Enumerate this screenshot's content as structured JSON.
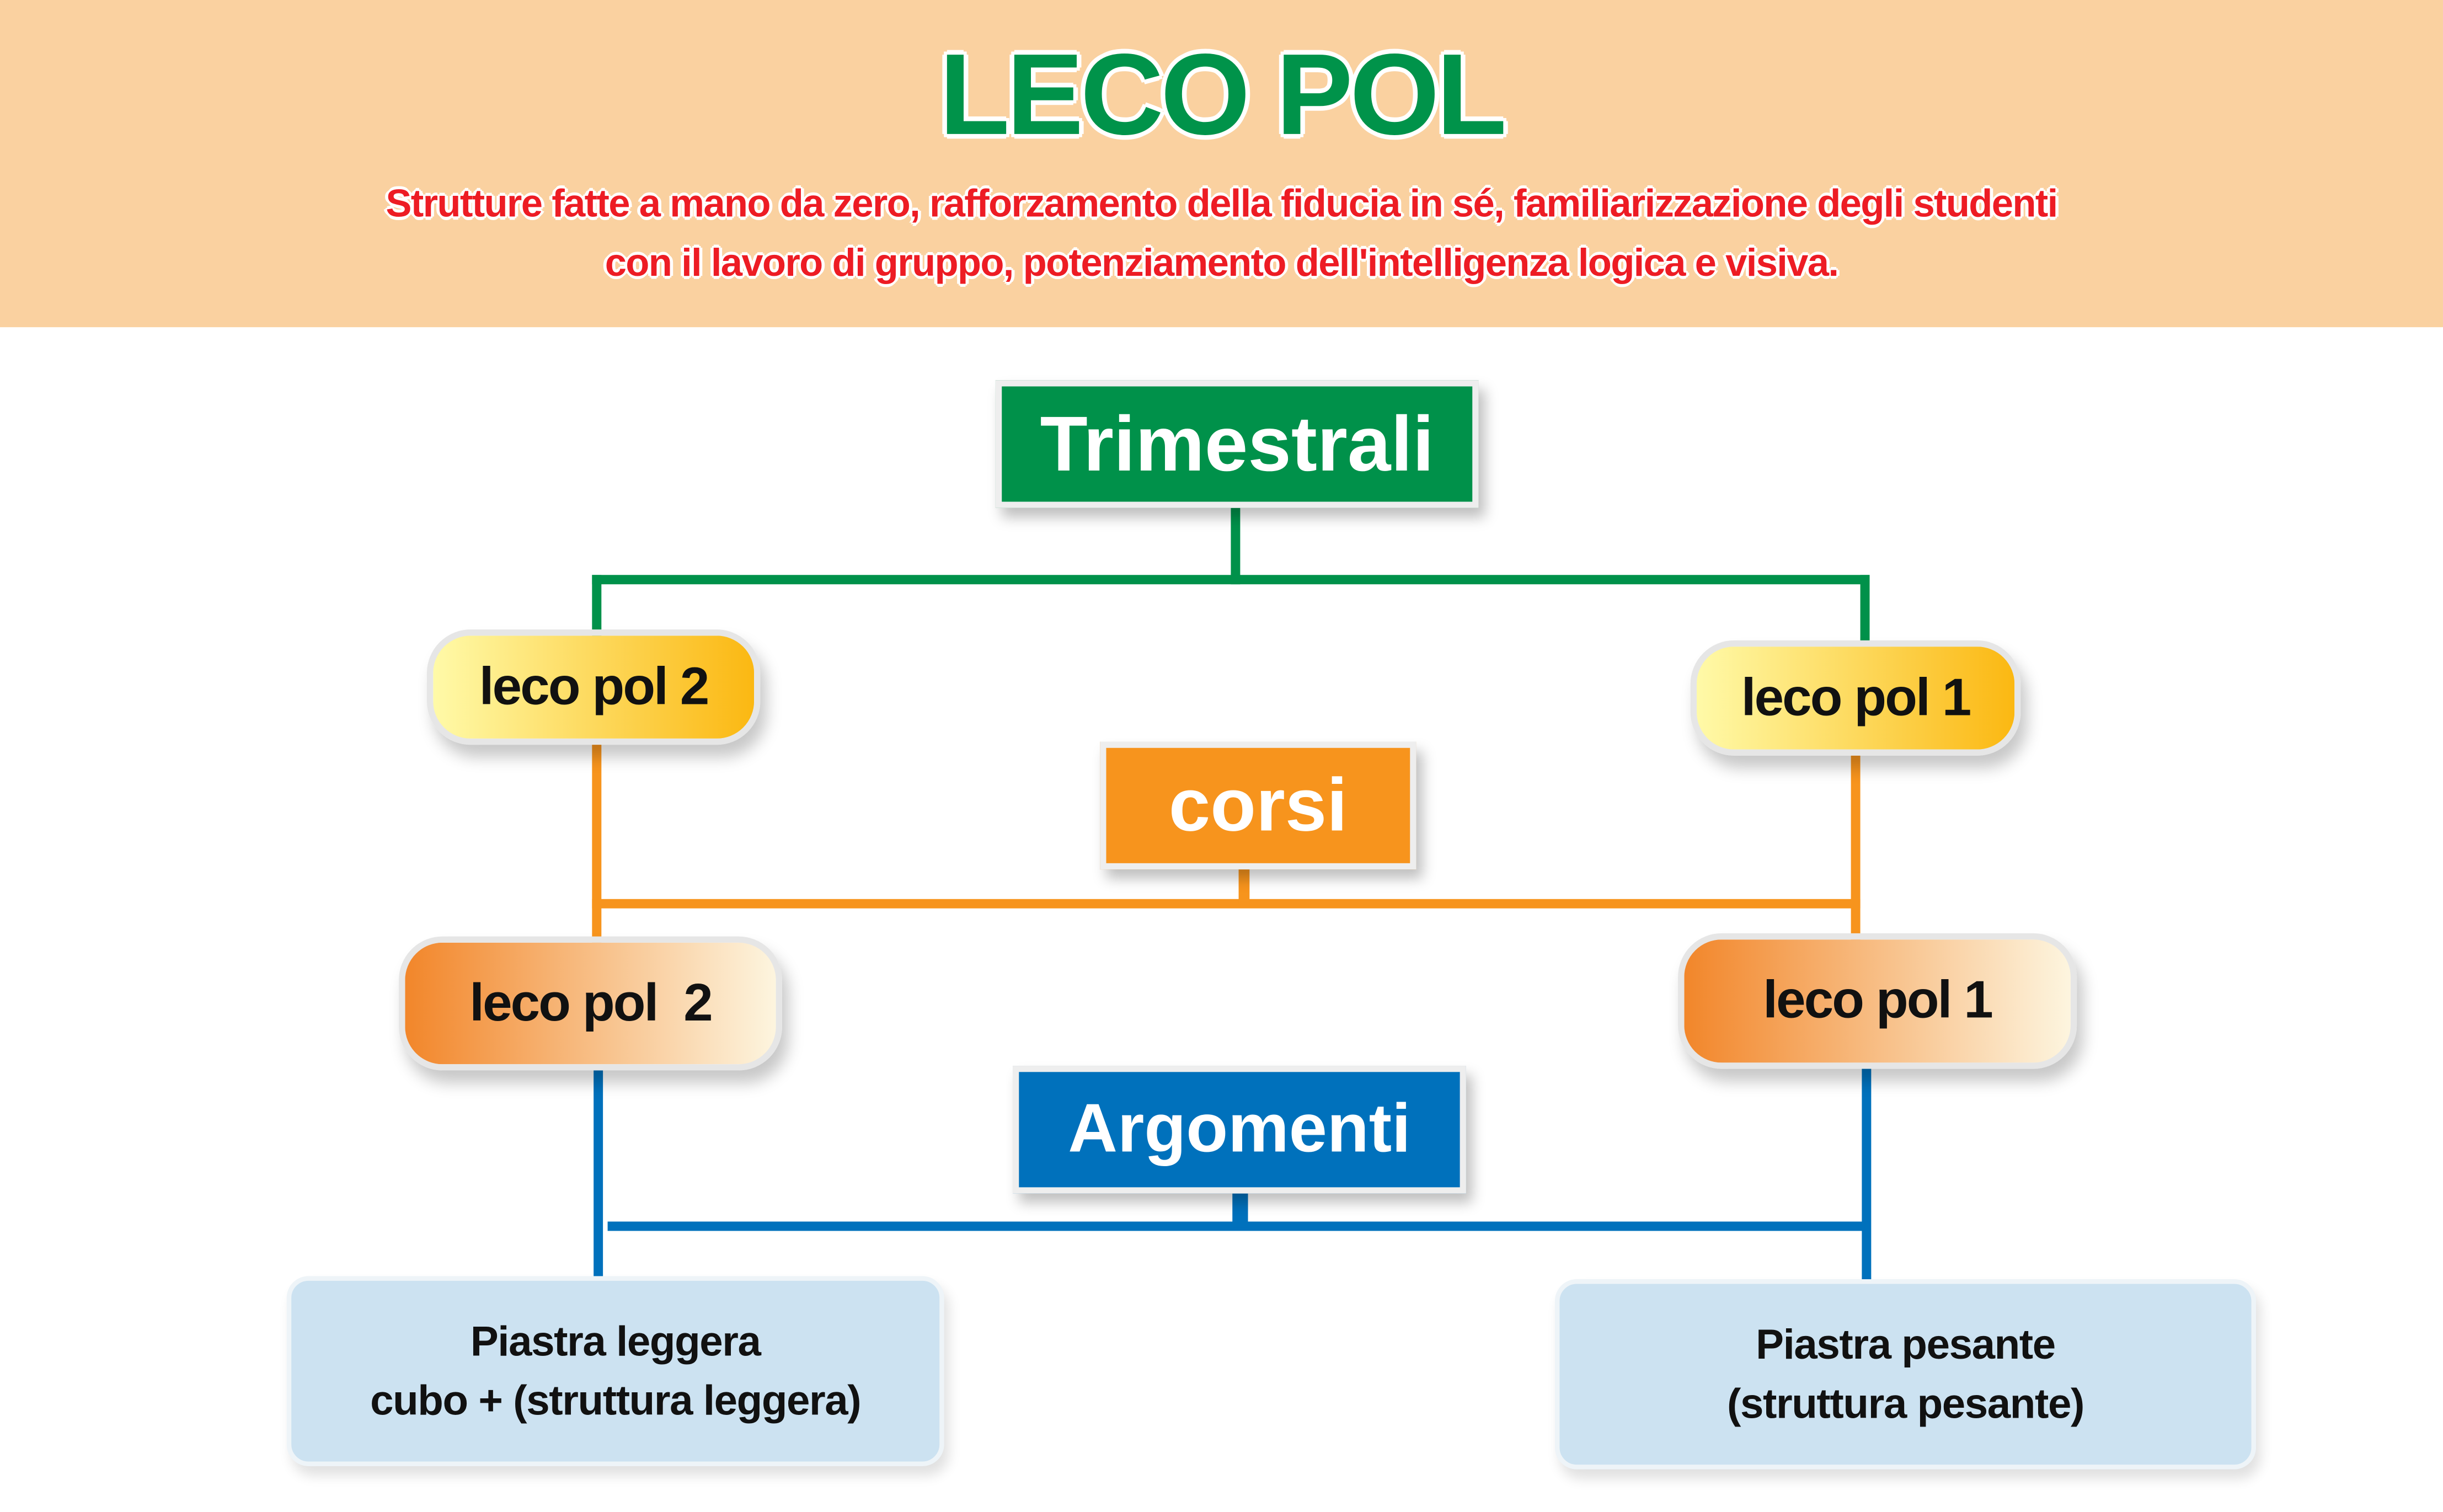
{
  "header": {
    "title": "LECO POL",
    "subtitle_lines": [
      "Strutture fatte a mano da zero, rafforzamento della fiducia in sé, familiarizzazione degli studenti",
      "con il lavoro di gruppo, potenziamento dell'intelligenza logica e visiva."
    ]
  },
  "diagram": {
    "root": "Trimestrali",
    "level1": {
      "left": "leco pol 2",
      "right": "leco pol 1"
    },
    "corsi": "corsi",
    "level2": {
      "left": "leco pol  2",
      "right": "leco pol 1"
    },
    "argomenti": "Argomenti",
    "leaves": {
      "left": [
        "Piastra leggera",
        "cubo + (struttura leggera)"
      ],
      "right": [
        "Piastra pesante",
        "(struttura pesante)"
      ]
    }
  },
  "colors": {
    "green": "#00914a",
    "orange": "#f7941d",
    "blue": "#0071bc",
    "red": "#ed1c24",
    "header_bg": "#fad1a0"
  }
}
